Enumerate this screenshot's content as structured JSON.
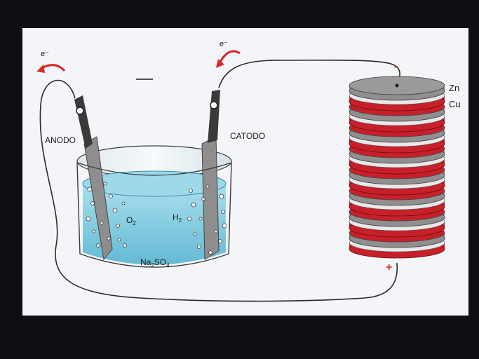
{
  "labels": {
    "anode": "ANODO",
    "cathode": "CATODO",
    "electron_left": "e⁻",
    "electron_right": "e⁻",
    "oxygen": "O",
    "oxygen_sub": "2",
    "hydrogen": "H",
    "hydrogen_sub": "2",
    "electrolyte_main": "Na",
    "electrolyte_sub1": "2",
    "electrolyte_mid": "SO",
    "electrolyte_sub2": "4",
    "pile_top_metal": "Zn",
    "pile_second_metal": "Cu",
    "terminal_negative": "-",
    "terminal_positive": "+"
  },
  "colors": {
    "frame": "#0d0f12",
    "panel": "#f4f5f8",
    "water": "#7ccbe0",
    "water_dark": "#4fa8c4",
    "electrode": "#8e8e8e",
    "zinc": "#8f8f8f",
    "copper": "#c8202a",
    "arrow": "#d8282a",
    "wire": "#2a2a2a"
  },
  "icons": {
    "left_arrow": "curved-arrow-left-icon",
    "right_arrow": "curved-arrow-left-icon"
  }
}
